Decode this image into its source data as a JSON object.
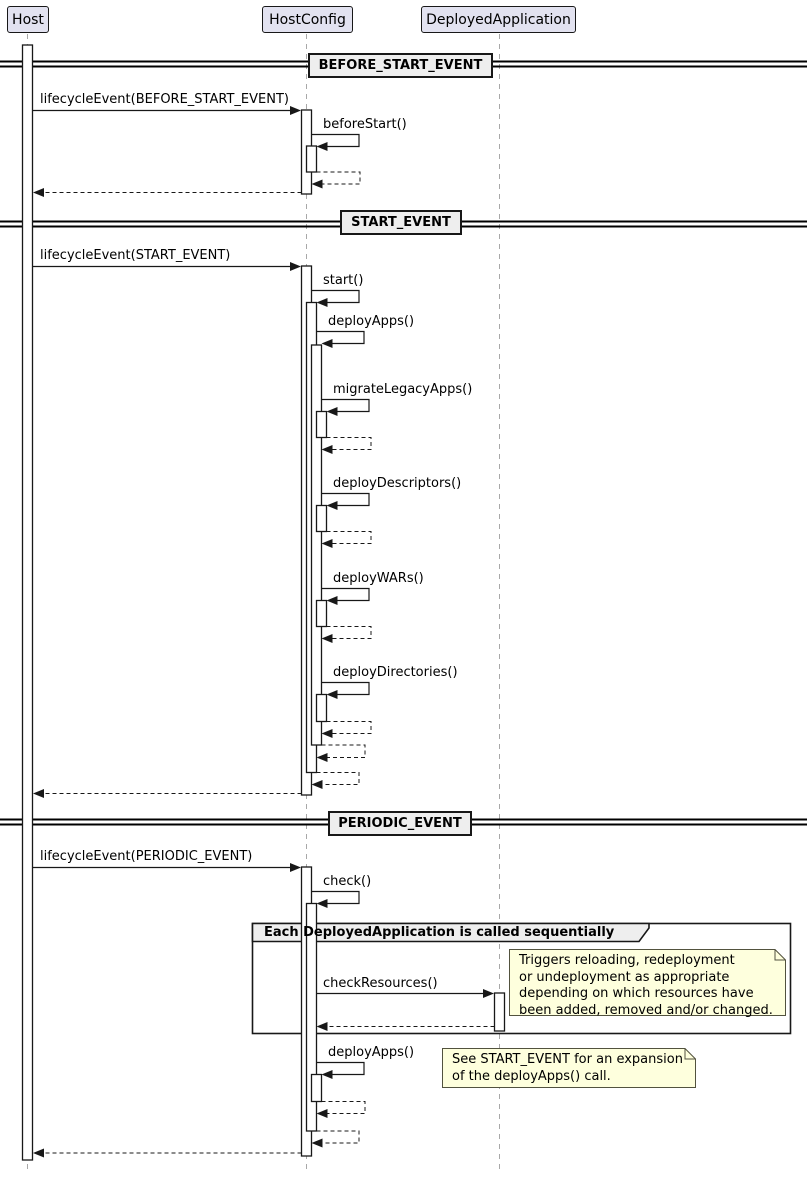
{
  "diagram": {
    "type": "uml-sequence",
    "participants": [
      {
        "name": "Host"
      },
      {
        "name": "HostConfig"
      },
      {
        "name": "DeployedApplication"
      }
    ],
    "dividers": [
      {
        "label": "BEFORE_START_EVENT"
      },
      {
        "label": "START_EVENT"
      },
      {
        "label": "PERIODIC_EVENT"
      }
    ],
    "messages": [
      {
        "label": "lifecycleEvent(BEFORE_START_EVENT)",
        "from": "Host",
        "to": "HostConfig",
        "type": "call"
      },
      {
        "label": "beforeStart()",
        "from": "HostConfig",
        "to": "HostConfig",
        "type": "self-call"
      },
      {
        "label": "lifecycleEvent(START_EVENT)",
        "from": "Host",
        "to": "HostConfig",
        "type": "call"
      },
      {
        "label": "start()",
        "from": "HostConfig",
        "to": "HostConfig",
        "type": "self-call"
      },
      {
        "label": "deployApps()",
        "from": "HostConfig",
        "to": "HostConfig",
        "type": "self-call"
      },
      {
        "label": "migrateLegacyApps()",
        "from": "HostConfig",
        "to": "HostConfig",
        "type": "self-call"
      },
      {
        "label": "deployDescriptors()",
        "from": "HostConfig",
        "to": "HostConfig",
        "type": "self-call"
      },
      {
        "label": "deployWARs()",
        "from": "HostConfig",
        "to": "HostConfig",
        "type": "self-call"
      },
      {
        "label": "deployDirectories()",
        "from": "HostConfig",
        "to": "HostConfig",
        "type": "self-call"
      },
      {
        "label": "lifecycleEvent(PERIODIC_EVENT)",
        "from": "Host",
        "to": "HostConfig",
        "type": "call"
      },
      {
        "label": "check()",
        "from": "HostConfig",
        "to": "HostConfig",
        "type": "self-call"
      },
      {
        "label": "checkResources()",
        "from": "HostConfig",
        "to": "DeployedApplication",
        "type": "call"
      },
      {
        "label": "deployApps()",
        "from": "HostConfig",
        "to": "HostConfig",
        "type": "self-call"
      }
    ],
    "group": {
      "title": "Each DeployedApplication is called sequentially"
    },
    "notes": [
      {
        "text": "Triggers reloading, redeployment\nor undeployment as appropriate\ndepending on which resources have\nbeen added, removed and/or changed."
      },
      {
        "text": "See START_EVENT for an expansion\nof the deployApps() call."
      }
    ],
    "colors": {
      "participant_fill": "#E2E2F0",
      "note_fill": "#FEFFDD",
      "divider_fill": "#EEEEEE",
      "border": "#181818",
      "lifeline": "#A8A8A8"
    }
  }
}
